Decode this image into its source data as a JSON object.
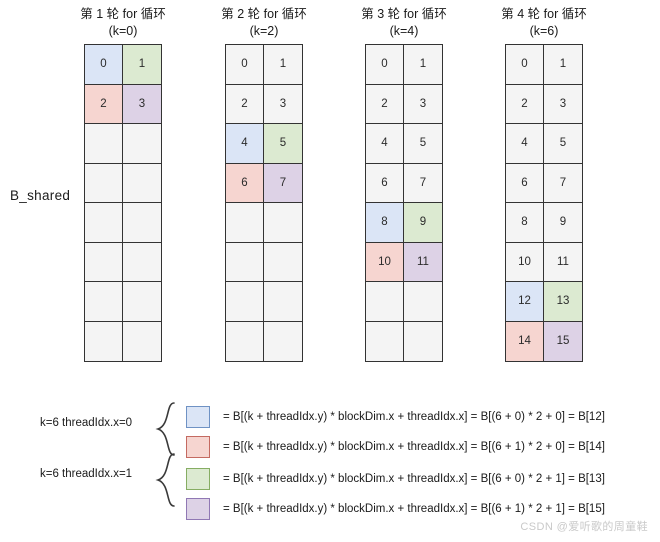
{
  "diagram": {
    "row_label": "B_shared",
    "columns": [
      {
        "title": "第 1 轮 for 循环",
        "subtitle": "(k=0)",
        "cells": [
          {
            "value": "0",
            "color": "blue"
          },
          {
            "value": "1",
            "color": "green"
          },
          {
            "value": "2",
            "color": "pink"
          },
          {
            "value": "3",
            "color": "purple"
          },
          {
            "value": "",
            "color": "empty"
          },
          {
            "value": "",
            "color": "empty"
          },
          {
            "value": "",
            "color": "empty"
          },
          {
            "value": "",
            "color": "empty"
          },
          {
            "value": "",
            "color": "empty"
          },
          {
            "value": "",
            "color": "empty"
          },
          {
            "value": "",
            "color": "empty"
          },
          {
            "value": "",
            "color": "empty"
          },
          {
            "value": "",
            "color": "empty"
          },
          {
            "value": "",
            "color": "empty"
          },
          {
            "value": "",
            "color": "empty"
          },
          {
            "value": "",
            "color": "empty"
          }
        ]
      },
      {
        "title": "第 2 轮 for 循环",
        "subtitle": "(k=2)",
        "cells": [
          {
            "value": "0",
            "color": "none"
          },
          {
            "value": "1",
            "color": "none"
          },
          {
            "value": "2",
            "color": "none"
          },
          {
            "value": "3",
            "color": "none"
          },
          {
            "value": "4",
            "color": "blue"
          },
          {
            "value": "5",
            "color": "green"
          },
          {
            "value": "6",
            "color": "pink"
          },
          {
            "value": "7",
            "color": "purple"
          },
          {
            "value": "",
            "color": "empty"
          },
          {
            "value": "",
            "color": "empty"
          },
          {
            "value": "",
            "color": "empty"
          },
          {
            "value": "",
            "color": "empty"
          },
          {
            "value": "",
            "color": "empty"
          },
          {
            "value": "",
            "color": "empty"
          },
          {
            "value": "",
            "color": "empty"
          },
          {
            "value": "",
            "color": "empty"
          }
        ]
      },
      {
        "title": "第 3 轮 for 循环",
        "subtitle": "(k=4)",
        "cells": [
          {
            "value": "0",
            "color": "none"
          },
          {
            "value": "1",
            "color": "none"
          },
          {
            "value": "2",
            "color": "none"
          },
          {
            "value": "3",
            "color": "none"
          },
          {
            "value": "4",
            "color": "none"
          },
          {
            "value": "5",
            "color": "none"
          },
          {
            "value": "6",
            "color": "none"
          },
          {
            "value": "7",
            "color": "none"
          },
          {
            "value": "8",
            "color": "blue"
          },
          {
            "value": "9",
            "color": "green"
          },
          {
            "value": "10",
            "color": "pink"
          },
          {
            "value": "11",
            "color": "purple"
          },
          {
            "value": "",
            "color": "empty"
          },
          {
            "value": "",
            "color": "empty"
          },
          {
            "value": "",
            "color": "empty"
          },
          {
            "value": "",
            "color": "empty"
          }
        ]
      },
      {
        "title": "第 4 轮 for 循环",
        "subtitle": "(k=6)",
        "cells": [
          {
            "value": "0",
            "color": "none"
          },
          {
            "value": "1",
            "color": "none"
          },
          {
            "value": "2",
            "color": "none"
          },
          {
            "value": "3",
            "color": "none"
          },
          {
            "value": "4",
            "color": "none"
          },
          {
            "value": "5",
            "color": "none"
          },
          {
            "value": "6",
            "color": "none"
          },
          {
            "value": "7",
            "color": "none"
          },
          {
            "value": "8",
            "color": "none"
          },
          {
            "value": "9",
            "color": "none"
          },
          {
            "value": "10",
            "color": "none"
          },
          {
            "value": "11",
            "color": "none"
          },
          {
            "value": "12",
            "color": "blue"
          },
          {
            "value": "13",
            "color": "green"
          },
          {
            "value": "14",
            "color": "pink"
          },
          {
            "value": "15",
            "color": "purple"
          }
        ]
      }
    ]
  },
  "legend": {
    "groups": [
      {
        "label": "k=6 threadIdx.x=0"
      },
      {
        "label": "k=6 threadIdx.x=1"
      }
    ],
    "rows": [
      {
        "swatch": "blue",
        "formula": "= B[(k + threadIdx.y) * blockDim.x + threadIdx.x] = B[(6 + 0) * 2 + 0] = B[12]"
      },
      {
        "swatch": "pink",
        "formula": "= B[(k + threadIdx.y) * blockDim.x + threadIdx.x] = B[(6 + 1) * 2 + 0] = B[14]"
      },
      {
        "swatch": "green",
        "formula": "= B[(k + threadIdx.y) * blockDim.x + threadIdx.x] = B[(6 + 0) * 2 + 1] = B[13]"
      },
      {
        "swatch": "purple",
        "formula": "= B[(k + threadIdx.y) * blockDim.x + threadIdx.x] = B[(6 + 1) * 2 + 1] = B[15]"
      }
    ]
  },
  "watermark": "CSDN @爱听歌的周童鞋",
  "colors": {
    "blue": "#dbe5f6",
    "green": "#dcead1",
    "pink": "#f6d5d0",
    "purple": "#ddd2e6",
    "cell_bg": "#f4f4f4",
    "border": "#333333"
  }
}
